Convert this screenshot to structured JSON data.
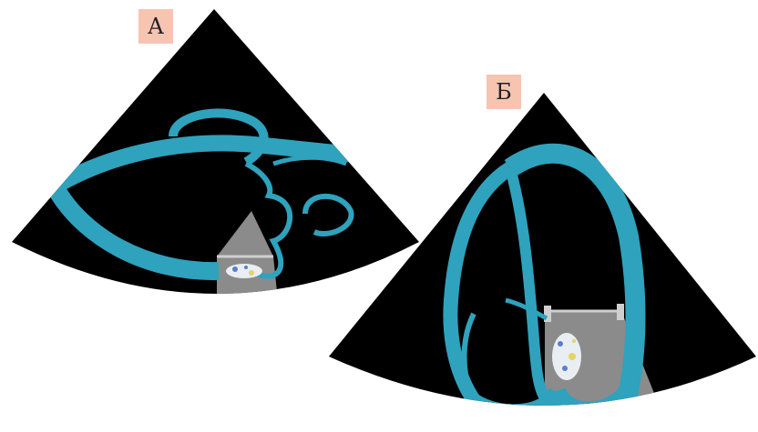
{
  "panels": [
    {
      "id": "A",
      "label": "А"
    },
    {
      "id": "B",
      "label": "Б"
    }
  ],
  "colors": {
    "background": "#ffffff",
    "sector": "#000000",
    "wall": "#2fa2bd",
    "doppler_box": "#9a9a9a",
    "jet": "#e8eef2",
    "label_bg": "#f7c4b2"
  }
}
